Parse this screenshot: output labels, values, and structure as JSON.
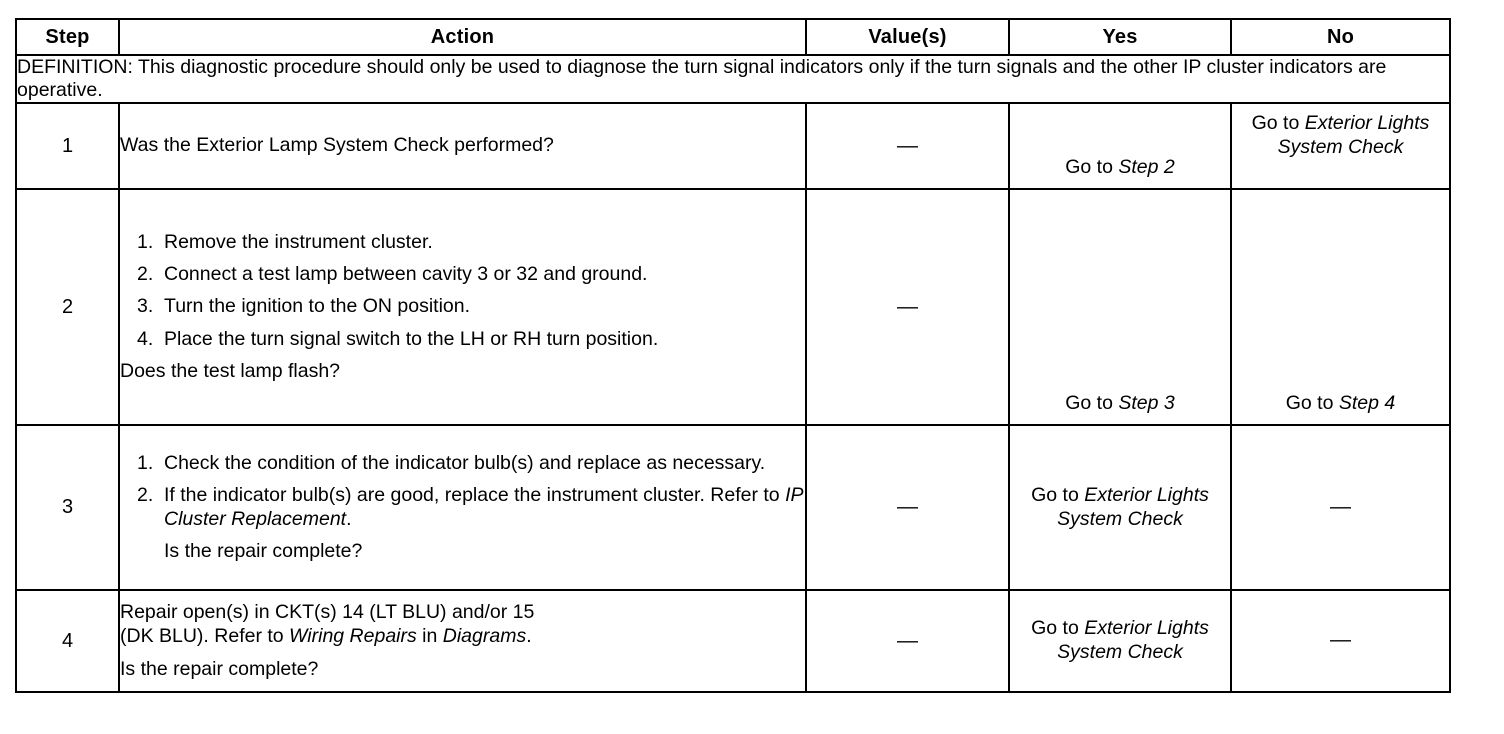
{
  "table": {
    "columns": [
      {
        "key": "step",
        "label": "Step"
      },
      {
        "key": "action",
        "label": "Action"
      },
      {
        "key": "value",
        "label": "Value(s)"
      },
      {
        "key": "yes",
        "label": "Yes"
      },
      {
        "key": "no",
        "label": "No"
      }
    ],
    "definition": {
      "label": "DEFINITION:",
      "text": "DEFINITION: This diagnostic procedure should only be used to diagnose the turn signal indicators only if the turn signals and the other IP cluster indicators are operative."
    },
    "em_dash": "—",
    "rows": [
      {
        "step": "1",
        "action": {
          "kind": "plain",
          "lines": [
            "Was the Exterior Lamp System Check performed?"
          ]
        },
        "value": "—",
        "yes": {
          "prefix": "Go to ",
          "italic": "Step 2",
          "align": "bottom"
        },
        "no": {
          "prefix": "Go to ",
          "italic": "Exterior Lights System Check",
          "align": "top"
        }
      },
      {
        "step": "2",
        "action": {
          "kind": "list",
          "items": [
            {
              "num": "1.",
              "text": "Remove the instrument cluster."
            },
            {
              "num": "2.",
              "text": "Connect a test lamp between cavity 3 or 32 and ground."
            },
            {
              "num": "3.",
              "text": "Turn the ignition to the ON position."
            },
            {
              "num": "4.",
              "text": "Place the turn signal switch to the LH or RH turn position."
            }
          ],
          "tail": "Does the test lamp flash?",
          "tail_indented": false
        },
        "value": "—",
        "yes": {
          "prefix": "Go to ",
          "italic": "Step 3",
          "align": "bottom"
        },
        "no": {
          "prefix": "Go to ",
          "italic": "Step 4",
          "align": "bottom"
        }
      },
      {
        "step": "3",
        "action": {
          "kind": "list",
          "items": [
            {
              "num": "1.",
              "text": "Check the condition of the indicator bulb(s) and replace as necessary."
            },
            {
              "num": "2.",
              "text": "If the indicator bulb(s) are good, replace the instrument cluster. Refer to ",
              "italic_tail": "IP Cluster Replacement",
              "after_italic": "."
            }
          ],
          "tail": "Is the repair complete?",
          "tail_indented": true
        },
        "value": "—",
        "yes": {
          "prefix": "Go to ",
          "italic": "Exterior Lights System Check",
          "align": "middle"
        },
        "no": {
          "dash": "—",
          "align": "middle"
        }
      },
      {
        "step": "4",
        "action": {
          "kind": "rich",
          "line1": "Repair open(s) in CKT(s) 14 (LT BLU) and/or 15",
          "line2_a": "(DK BLU). Refer to ",
          "line2_i1": "Wiring Repairs",
          "line2_b": " in ",
          "line2_i2": "Diagrams",
          "line2_c": ".",
          "tail": "Is the repair complete?"
        },
        "value": "—",
        "yes": {
          "prefix": "Go to ",
          "italic": "Exterior Lights System Check",
          "align": "middle"
        },
        "no": {
          "dash": "—",
          "align": "middle"
        }
      }
    ]
  }
}
